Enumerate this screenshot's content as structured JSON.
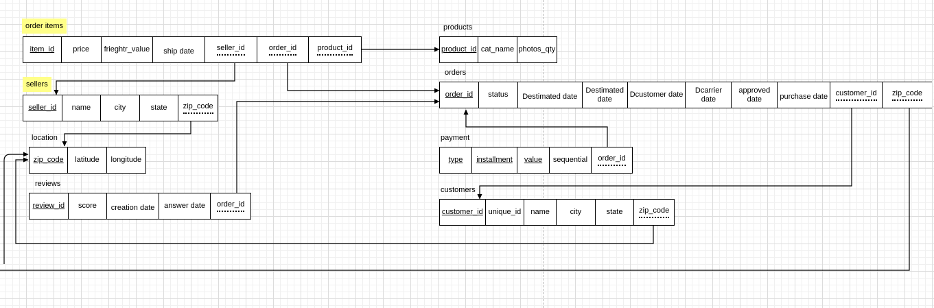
{
  "tables": {
    "order_items": {
      "title": "order items",
      "columns": [
        {
          "name": "item_id",
          "key": "pk"
        },
        {
          "name": "price",
          "key": ""
        },
        {
          "name": "frieghtr_value",
          "key": ""
        },
        {
          "name": "ship date",
          "key": ""
        },
        {
          "name": "seller_id",
          "key": "fk"
        },
        {
          "name": "order_id",
          "key": "fk"
        },
        {
          "name": "product_id",
          "key": "fk"
        }
      ]
    },
    "sellers": {
      "title": "sellers",
      "columns": [
        {
          "name": "seller_id",
          "key": "pk"
        },
        {
          "name": "name",
          "key": ""
        },
        {
          "name": "city",
          "key": ""
        },
        {
          "name": "state",
          "key": ""
        },
        {
          "name": "zip_code",
          "key": "fk"
        }
      ]
    },
    "location": {
      "title": "location",
      "columns": [
        {
          "name": "zip_code",
          "key": "pk"
        },
        {
          "name": "latitude",
          "key": ""
        },
        {
          "name": "longitude",
          "key": ""
        }
      ]
    },
    "reviews": {
      "title": "reviews",
      "columns": [
        {
          "name": "review_id",
          "key": "pk"
        },
        {
          "name": "score",
          "key": ""
        },
        {
          "name": "creation date",
          "key": ""
        },
        {
          "name": "answer date",
          "key": ""
        },
        {
          "name": "order_id",
          "key": "fk"
        }
      ]
    },
    "products": {
      "title": "products",
      "columns": [
        {
          "name": "product_id",
          "key": "pk"
        },
        {
          "name": "cat_name",
          "key": ""
        },
        {
          "name": "photos_qty",
          "key": ""
        }
      ]
    },
    "orders": {
      "title": "orders",
      "columns": [
        {
          "name": "order_id",
          "key": "pk"
        },
        {
          "name": "status",
          "key": ""
        },
        {
          "name": "Destimated date",
          "key": ""
        },
        {
          "name": "Destimated date",
          "key": ""
        },
        {
          "name": "Dcustomer date",
          "key": ""
        },
        {
          "name": "Dcarrier date",
          "key": ""
        },
        {
          "name": "approved date",
          "key": ""
        },
        {
          "name": "purchase date",
          "key": ""
        },
        {
          "name": "customer_id",
          "key": "fk"
        },
        {
          "name": "zip_code",
          "key": "fk"
        }
      ]
    },
    "payment": {
      "title": "payment",
      "columns": [
        {
          "name": "type",
          "key": "pk"
        },
        {
          "name": "installment",
          "key": "pk"
        },
        {
          "name": "value",
          "key": "pk"
        },
        {
          "name": "sequential",
          "key": ""
        },
        {
          "name": "order_id",
          "key": "fk"
        }
      ]
    },
    "customers": {
      "title": "customers",
      "columns": [
        {
          "name": "customer_id",
          "key": "pk"
        },
        {
          "name": "unique_id",
          "key": ""
        },
        {
          "name": "name",
          "key": ""
        },
        {
          "name": "city",
          "key": ""
        },
        {
          "name": "state",
          "key": ""
        },
        {
          "name": "zip_code",
          "key": "fk"
        }
      ]
    }
  },
  "relationships": [
    {
      "from": "order_items.product_id",
      "to": "products.product_id"
    },
    {
      "from": "order_items.seller_id",
      "to": "sellers.seller_id"
    },
    {
      "from": "order_items.order_id",
      "to": "orders.order_id"
    },
    {
      "from": "sellers.zip_code",
      "to": "location.zip_code"
    },
    {
      "from": "reviews.order_id",
      "to": "orders.order_id"
    },
    {
      "from": "payment.order_id",
      "to": "orders.order_id"
    },
    {
      "from": "orders.customer_id",
      "to": "customers.customer_id"
    },
    {
      "from": "customers.zip_code",
      "to": "location.zip_code"
    },
    {
      "from": "orders.zip_code",
      "to": "location.zip_code"
    }
  ],
  "colors": {
    "title_highlight": "#ffff88",
    "grid": "#dcdcdc",
    "line": "#000000"
  }
}
